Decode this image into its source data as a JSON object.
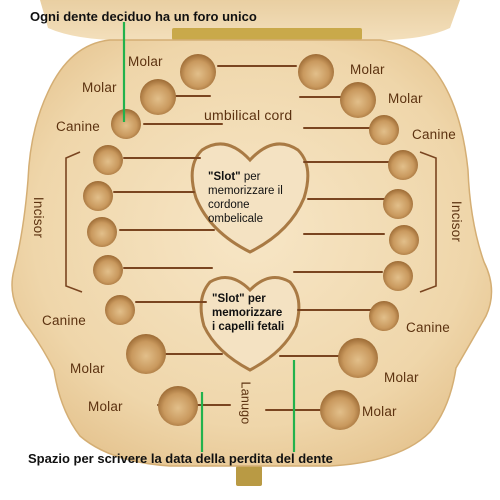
{
  "captions": {
    "top": "Ogni dente deciduo ha un foro unico",
    "bottom": "Spazio per scrivere la data della perdita del dente"
  },
  "engravings": {
    "molar_upper_left_1": "Molar",
    "molar_upper_left_2": "Molar",
    "molar_upper_right_1": "Molar",
    "molar_upper_right_2": "Molar",
    "canine_upper_left": "Canine",
    "canine_upper_right": "Canine",
    "umbilical_cord": "umbilical cord",
    "incisor_left": "Incisor",
    "incisor_right": "Incisor",
    "canine_lower_left": "Canine",
    "canine_lower_right": "Canine",
    "molar_lower_left_1": "Molar",
    "molar_lower_left_2": "Molar",
    "molar_lower_right_1": "Molar",
    "molar_lower_right_2": "Molar",
    "lanugo": "Lanugo"
  },
  "slot_notes": {
    "cord_slot_quote": "\"Slot\"",
    "cord_slot_rest_1": " per",
    "cord_slot_line_2": "memorizzare il",
    "cord_slot_line_3": "cordone",
    "cord_slot_line_4": "ombelicale",
    "hair_slot_quote": "\"Slot\"",
    "hair_slot_rest_1": " per",
    "hair_slot_line_2": "memorizzare",
    "hair_slot_line_3": "i capelli fetali"
  },
  "colors": {
    "wood_light": "#f2dcb4",
    "wood_mid": "#e6c796",
    "engraving": "#6b3a16",
    "hole_dark": "#b98a52",
    "hole_inner": "#d9b47e",
    "annotation_line": "#22b24c",
    "hinge": "#c9a94a"
  }
}
